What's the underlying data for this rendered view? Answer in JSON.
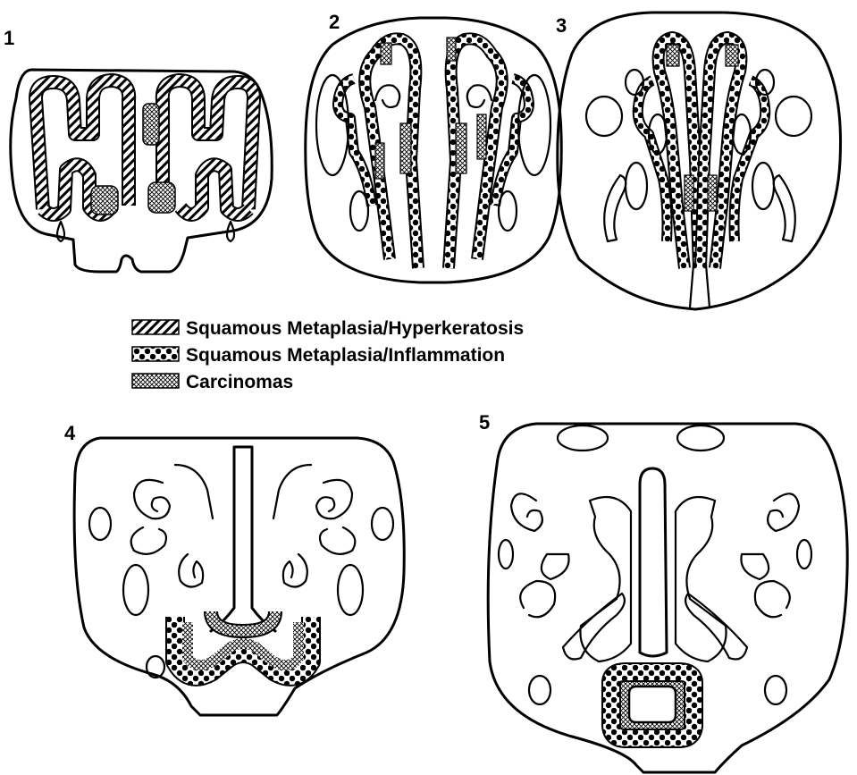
{
  "figure": {
    "panels": [
      {
        "label": "1"
      },
      {
        "label": "2"
      },
      {
        "label": "3"
      },
      {
        "label": "4"
      },
      {
        "label": "5"
      }
    ],
    "legend": [
      {
        "pattern": "diagonal-hatch",
        "label": "Squamous Metaplasia/Hyperkeratosis"
      },
      {
        "pattern": "black-dots",
        "label": "Squamous Metaplasia/Inflammation"
      },
      {
        "pattern": "crosshatch",
        "label": "Carcinomas"
      }
    ],
    "colors": {
      "ink": "#000000",
      "background": "#ffffff"
    }
  }
}
